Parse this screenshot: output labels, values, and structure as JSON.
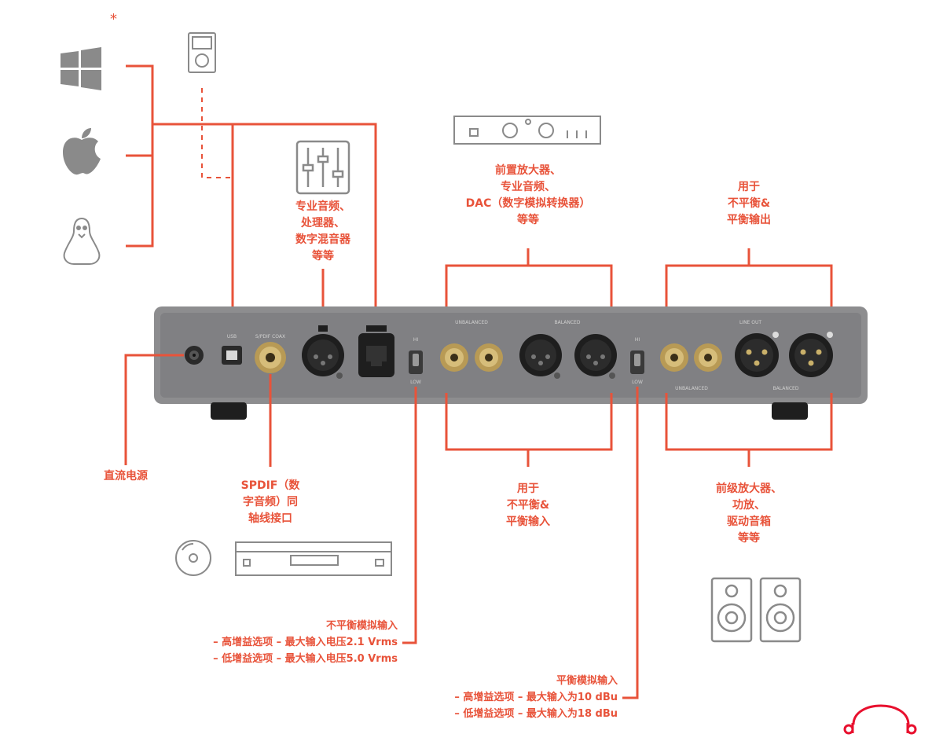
{
  "labels": {
    "pro_audio": [
      "专业音频、",
      "处理器、",
      "数字混音器",
      "等等"
    ],
    "preamp": [
      "前置放大器、",
      "专业音频、",
      "DAC（数字模拟转换器）",
      "等等"
    ],
    "out_bal": [
      "用于",
      "不平衡&",
      "平衡输出"
    ],
    "dc_power": "直流电源",
    "spdif": [
      "SPDIF（数",
      "字音频）同",
      "轴线接口"
    ],
    "in_bal": [
      "用于",
      "不平衡&",
      "平衡输入"
    ],
    "amps": [
      "前级放大器、",
      "功放、",
      "驱动音箱",
      "等等"
    ],
    "unbal_analog": [
      "不平衡模拟输入",
      "– 高增益选项 – 最大输入电压2.1 Vrms",
      "– 低增益选项 – 最大输入电压5.0 Vrms"
    ],
    "bal_analog": [
      "平衡模拟输入",
      "– 高增益选项 – 最大输入为10 dBu",
      "– 低增益选项 – 最大输入为18 dBu"
    ]
  },
  "panel_text": {
    "usb": "USB",
    "spdif_coax": "S/PDIF COAX",
    "unbalanced_in": "UNBALANCED",
    "balanced_in": "BALANCED",
    "line_out": "LINE OUT",
    "unbalanced_out": "UNBALANCED",
    "balanced_out": "BALANCED",
    "hi": "HI",
    "low": "LOW"
  },
  "colors": {
    "accent": "#e8533a",
    "panel": "#8d8d8f",
    "panel_dark": "#6e6e70",
    "icon": "#8a8a8a"
  },
  "icons": [
    "windows-icon",
    "apple-icon",
    "linux-icon",
    "ipod-icon",
    "mixer-icon",
    "preamp-device-icon",
    "cd-disc-icon",
    "cd-player-icon",
    "speaker-icon",
    "brand-logo-icon"
  ]
}
